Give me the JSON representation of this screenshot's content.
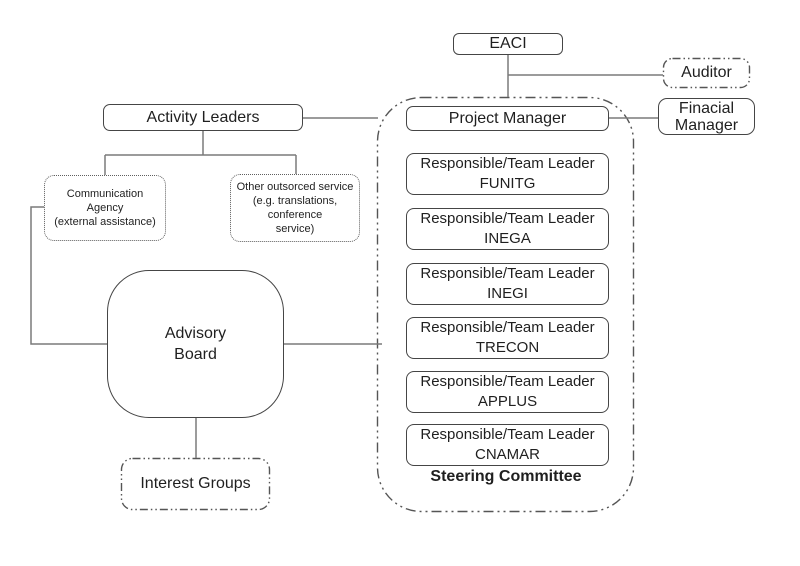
{
  "colors": {
    "background": "#ffffff",
    "box_border": "#454545",
    "dash_border": "#555555",
    "connector": "#7a7a7a",
    "text": "#1f1f1f"
  },
  "nodes": {
    "eaci": {
      "label": "EACI"
    },
    "auditor": {
      "label": "Auditor"
    },
    "activity_leaders": {
      "label": "Activity Leaders"
    },
    "project_manager": {
      "label": "Project Manager"
    },
    "financial_manager": {
      "label": "Finacial\nManager"
    },
    "communication_agency": {
      "label": "Communication\nAgency\n(external assistance)"
    },
    "outsourced_service": {
      "label": "Other outsorced service\n(e.g. translations,\nconference\nservice)"
    },
    "advisory_board": {
      "label": "Advisory\nBoard"
    },
    "interest_groups": {
      "label": "Interest Groups"
    },
    "steering_committee": {
      "label": "Steering Committee"
    }
  },
  "team_leaders": [
    {
      "label": "Responsible/Team Leader\nFUNITG"
    },
    {
      "label": "Responsible/Team Leader\nINEGA"
    },
    {
      "label": "Responsible/Team Leader\nINEGI"
    },
    {
      "label": "Responsible/Team Leader\nTRECON"
    },
    {
      "label": "Responsible/Team Leader\nAPPLUS"
    },
    {
      "label": "Responsible/Team Leader\nCNAMAR"
    }
  ]
}
